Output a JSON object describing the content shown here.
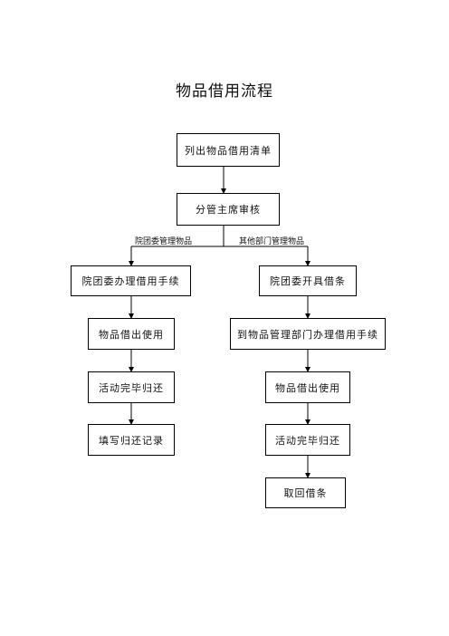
{
  "title": "物品借用流程",
  "nodes": {
    "list": "列出物品借用清单",
    "review": "分管主席审核",
    "left_1": "院团委办理借用手续",
    "left_2": "物品借出使用",
    "left_3": "活动完毕归还",
    "left_4": "填写归还记录",
    "right_1": "院团委开具借条",
    "right_2": "到物品管理部门办理借用手续",
    "right_3": "物品借出使用",
    "right_4": "活动完毕归还",
    "right_5": "取回借条"
  },
  "branch_labels": {
    "left": "院团委管理物品",
    "right": "其他部门管理物品"
  }
}
